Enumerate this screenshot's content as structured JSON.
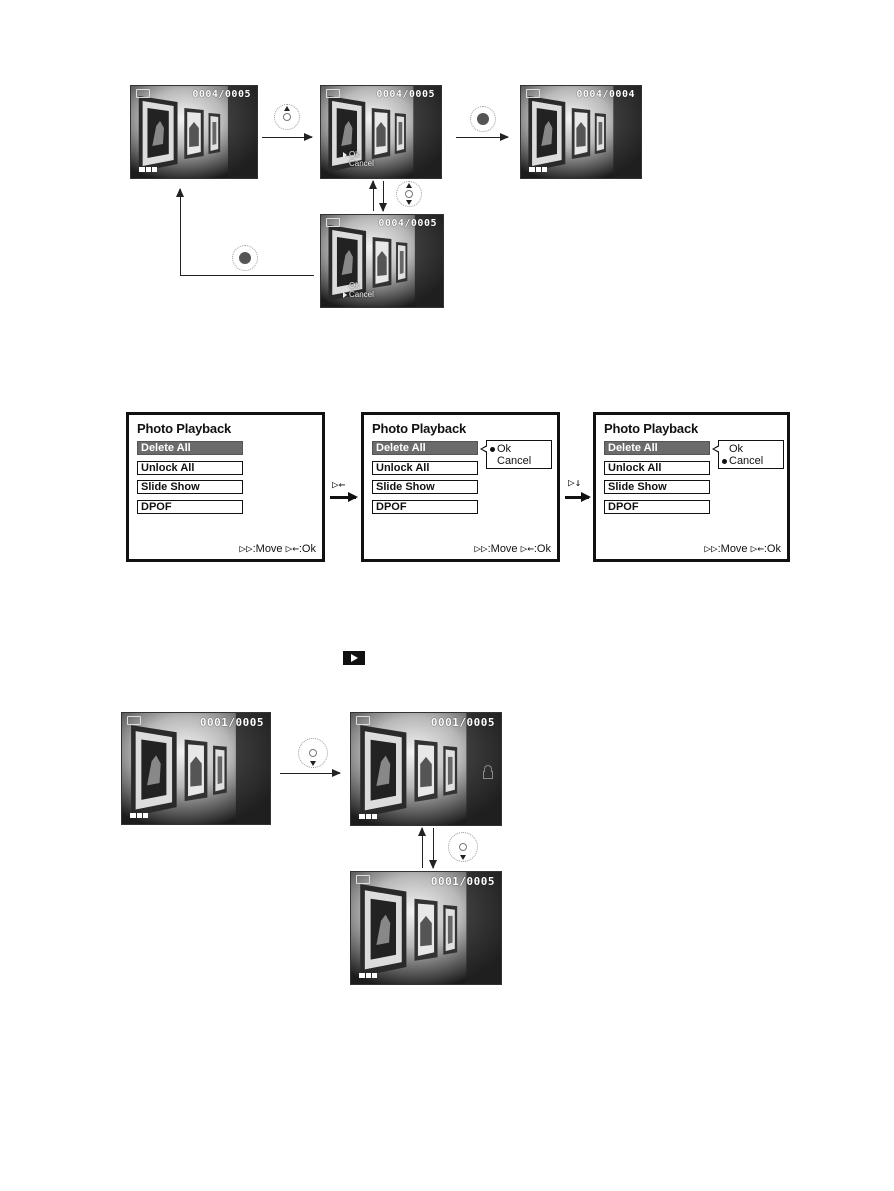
{
  "section1": {
    "screen_a": {
      "counter": "0004/0005"
    },
    "screen_b": {
      "counter": "0004/0005",
      "menu": [
        "Ok",
        "Cancel"
      ]
    },
    "screen_c": {
      "counter": "0004/0004"
    },
    "screen_d": {
      "counter": "0004/0005",
      "menu": [
        "Ok",
        "Cancel"
      ]
    }
  },
  "section2": {
    "panels": [
      {
        "title": "Photo Playback",
        "items": [
          "Delete All",
          "Unlock All",
          "Slide Show",
          "DPOF"
        ],
        "selected": 0,
        "footer_move": ":Move",
        "footer_ok": ":Ok"
      },
      {
        "title": "Photo Playback",
        "items": [
          "Delete All",
          "Unlock All",
          "Slide Show",
          "DPOF"
        ],
        "selected": 0,
        "popup": [
          "Ok",
          "Cancel"
        ],
        "popup_selected": 0,
        "footer_move": ":Move",
        "footer_ok": ":Ok"
      },
      {
        "title": "Photo Playback",
        "items": [
          "Delete All",
          "Unlock All",
          "Slide Show",
          "DPOF"
        ],
        "selected": 0,
        "popup": [
          "Ok",
          "Cancel"
        ],
        "popup_selected": 1,
        "footer_move": ":Move",
        "footer_ok": ":Ok"
      }
    ]
  },
  "section3": {
    "screen_e": {
      "counter": "0001/0005"
    },
    "screen_f": {
      "counter": "0001/0005"
    },
    "screen_g": {
      "counter": "0001/0005"
    }
  },
  "icons": {
    "play": "play-mode-icon",
    "dpad_up": "dpad-up-icon",
    "dpad_down": "dpad-down-icon",
    "dpad_updown": "dpad-up-down-icon",
    "ok_button": "ok-button-icon",
    "battery": "battery-icon",
    "lock": "lock-icon"
  },
  "colors": {
    "selected_item_bg": "#6b6b6b",
    "screen_bg": "#1a1a1a"
  }
}
